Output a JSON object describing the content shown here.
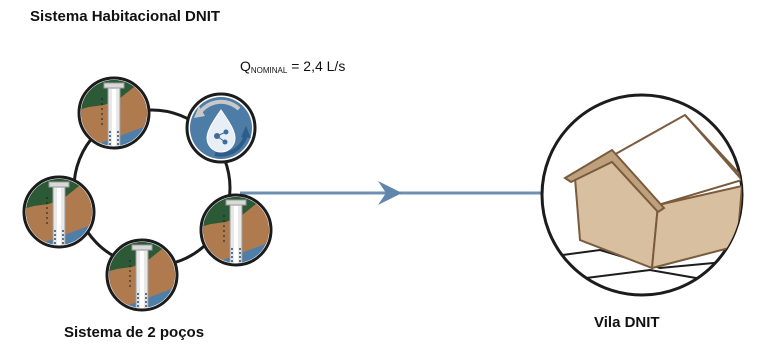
{
  "title": "Sistema Habitacional DNIT",
  "flow": {
    "q_symbol": "Q",
    "q_subscript": "NOMINAL",
    "q_value": " = 2,4 L/s"
  },
  "wells_caption": "Sistema de 2 poços",
  "house_caption": "Vila DNIT",
  "icons": [
    "well-icon",
    "treatment-icon",
    "house-icon",
    "arrow-icon"
  ],
  "colors": {
    "ring": "#1c1c1c",
    "pipe": "#6f8fb2",
    "vegetation": "#2d5a36",
    "soil": "#b07a4f",
    "water": "#4f7fa8",
    "house_wall": "#d7bf9f",
    "house_roof": "#ffffff"
  }
}
